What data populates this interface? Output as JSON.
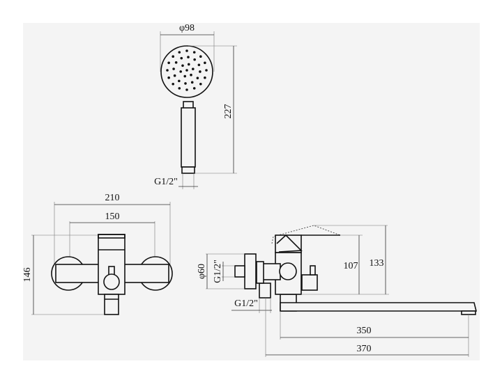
{
  "drawing": {
    "hand_shower": {
      "diameter_label": "φ98",
      "length_label": "227",
      "thread_label": "G1/2\""
    },
    "front_view": {
      "overall_width_label": "210",
      "center_distance_label": "150",
      "height_label": "146"
    },
    "side_view": {
      "flange_diameter_label": "φ60",
      "inlet_thread_label": "G1/2\"",
      "outlet_thread_label": "G1/2\"",
      "body_height_label": "107",
      "total_height_label": "133",
      "spout_reach_label": "350",
      "overall_length_label": "370"
    }
  }
}
